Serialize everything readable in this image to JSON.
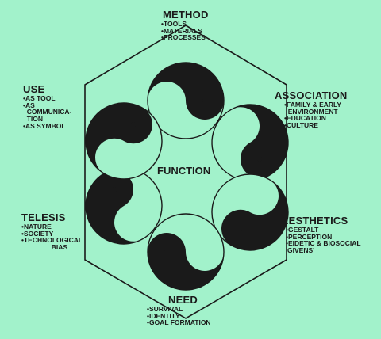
{
  "center": "FUNCTION",
  "nodes": [
    {
      "id": "method",
      "title": "METHOD",
      "items": [
        "•TOOLS",
        "•MATERIALS",
        "•PROCESSES"
      ]
    },
    {
      "id": "association",
      "title": "ASSOCIATION",
      "items": [
        "•FAMILY & EARLY",
        "  ENVIRONMENT",
        "•EDUCATION",
        "•CULTURE"
      ]
    },
    {
      "id": "aesthetics",
      "title": "AESTHETICS",
      "items": [
        "•GESTALT",
        "•PERCEPTION",
        "•EIDETIC & BIOSOCIAL",
        "'GIVENS'"
      ]
    },
    {
      "id": "need",
      "title": "NEED",
      "items": [
        "•SURVIVAL",
        "•IDENTITY",
        "•GOAL FORMATION"
      ]
    },
    {
      "id": "telesis",
      "title": "TELESIS",
      "items": [
        "•NATURE",
        "•SOCIETY",
        "•TECHNOLOGICAL",
        "                BIAS"
      ]
    },
    {
      "id": "use",
      "title": "USE",
      "items": [
        "•AS TOOL",
        "•AS",
        "  COMMUNICA-",
        "  TION",
        "•AS SYMBOL"
      ]
    }
  ],
  "colors": {
    "background": "#a2f2cb",
    "ink": "#1a1a1a",
    "light": "#a2f2cb"
  }
}
